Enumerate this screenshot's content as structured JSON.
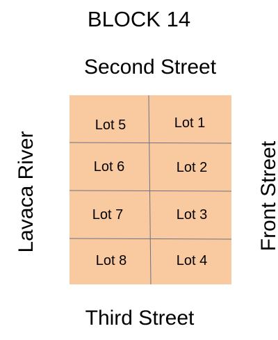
{
  "map": {
    "title": "BLOCK 14",
    "streets": {
      "top": "Second Street",
      "bottom": "Third Street",
      "left": "Lavaca River",
      "right": "Front Street"
    },
    "colors": {
      "block_fill": "#f9c9a0",
      "divider_line": "#6b7280"
    },
    "lots": [
      {
        "label": "Lot 5"
      },
      {
        "label": "Lot 1"
      },
      {
        "label": "Lot 6"
      },
      {
        "label": "Lot 2"
      },
      {
        "label": "Lot 7"
      },
      {
        "label": "Lot 3"
      },
      {
        "label": "Lot 8"
      },
      {
        "label": "Lot 4"
      }
    ]
  }
}
